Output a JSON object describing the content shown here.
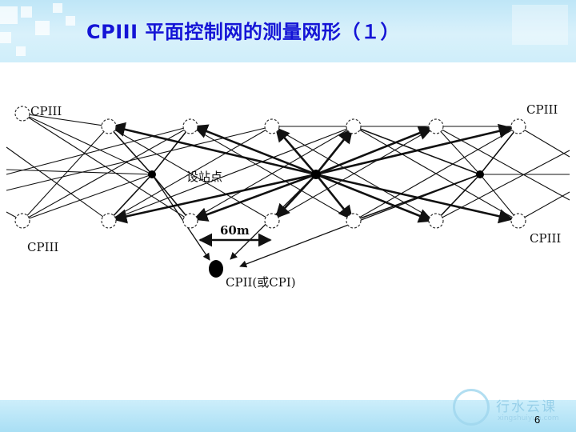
{
  "title": "CPIII 平面控制网的测量网形（１）",
  "diagram": {
    "labels": {
      "cpiii_top_left": "CPIII",
      "cpiii_top_right": "CPIII",
      "cpiii_bottom_left": "CPIII",
      "cpiii_bottom_right": "CPIII",
      "station": "设站点",
      "distance": "60m",
      "cpii": "CPII(或CPI)"
    }
  },
  "footer": {
    "logo_text": "行水云课",
    "logo_sub": "xingshuiyun.com",
    "page_number": "6"
  },
  "colors": {
    "title": "#1414d6",
    "header_bg": "#cfeefa",
    "footer_bg": "#a9dff4"
  }
}
